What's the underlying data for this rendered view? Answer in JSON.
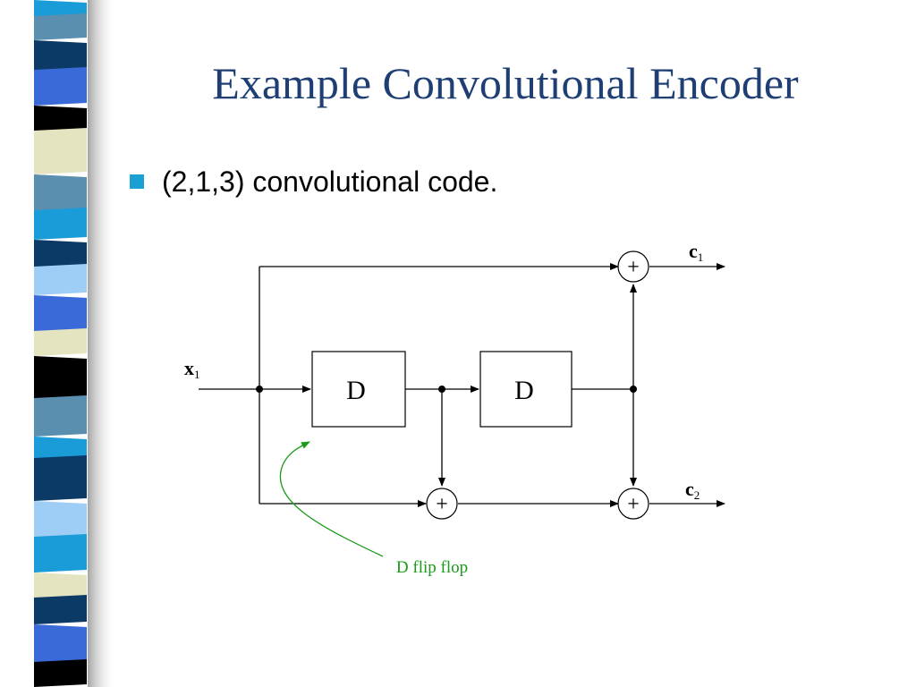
{
  "slide": {
    "title": "Example Convolutional Encoder",
    "bullet": "(2,1,3) convolutional code."
  },
  "diagram": {
    "input_label": "x",
    "input_subscript": "1",
    "output1_label": "c",
    "output1_subscript": "1",
    "output2_label": "c",
    "output2_subscript": "2",
    "flipflop1_label": "D",
    "flipflop2_label": "D",
    "adder_symbol": "+",
    "annotation": "D flip flop",
    "annotation_color": "#1a9b1a"
  },
  "colors": {
    "title": "#1f3f74",
    "bullet": "#1aa0d2",
    "strip": [
      "#1a9cd8",
      "#5a8fb0",
      "#0b3a66",
      "#3a6ad8",
      "#000000",
      "#e4e4c0",
      "#8aa8d8",
      "#9ecdf5"
    ]
  }
}
